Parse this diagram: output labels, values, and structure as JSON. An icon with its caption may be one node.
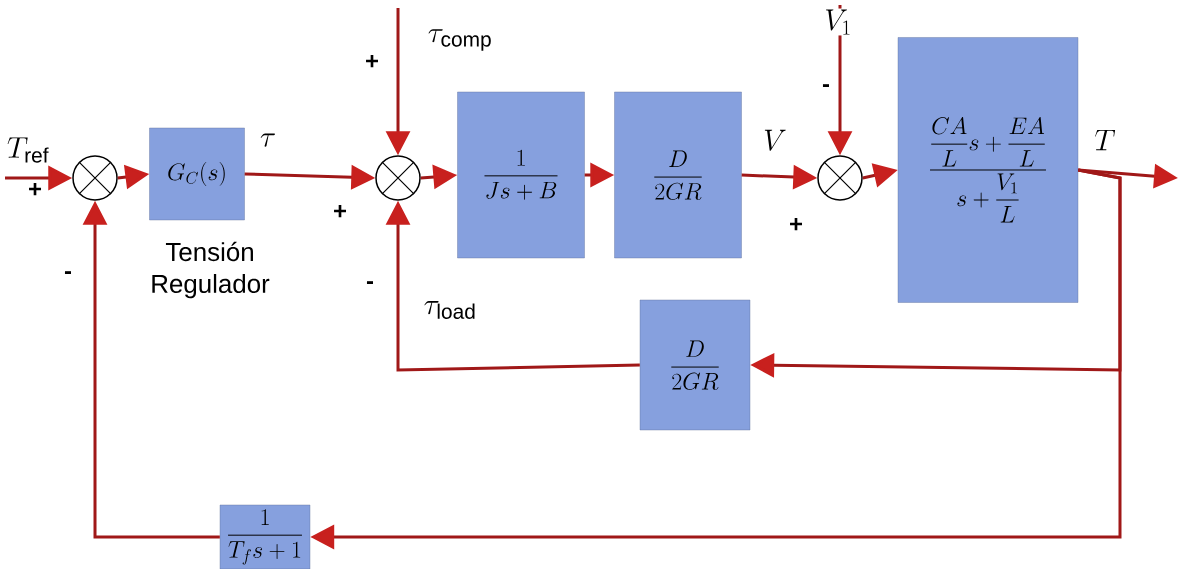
{
  "diagram": {
    "nodes": [
      {
        "text": [],
        "shape": "circle"
      },
      {
        "text": [
          "G_C(s)"
        ],
        "beside": [
          "Tensión Regulador"
        ]
      },
      {
        "text": [],
        "shape": "circle"
      },
      {
        "text": [
          "\\dfrac{1}{Js + B}"
        ]
      },
      {
        "text": [
          "\\dfrac{D}{2GR}"
        ]
      },
      {
        "text": [],
        "shape": "circle"
      },
      {
        "text": [
          "\\dfrac{\\dfrac{CA}{L}s+\\dfrac{EA}{L}}{s+\\dfrac{V_1}{L}}"
        ]
      },
      {
        "text": [
          "\\dfrac{D}{2GR}"
        ]
      },
      {
        "text": [
          "\\dfrac{1}{T_f s + 1}"
        ]
      }
    ],
    "edges": [
      {
        "from": null,
        "to": 0,
        "arrow": "to",
        "label": "T_{\\mathrm{ref}}"
      },
      {
        "from": 0,
        "to": 1,
        "arrow": "to"
      },
      {
        "from": 1,
        "to": 2,
        "arrow": "to",
        "label": "\\tau"
      },
      {
        "from": null,
        "to": 2,
        "arrow": "to",
        "label": "\\tau_{\\mathrm{comp}}"
      },
      {
        "from": 2,
        "to": 3,
        "arrow": "to"
      },
      {
        "from": 3,
        "to": 4,
        "arrow": "to"
      },
      {
        "from": 4,
        "to": 5,
        "arrow": "to",
        "label": "V"
      },
      {
        "from": null,
        "to": 5,
        "arrow": "to",
        "label": "V_1"
      },
      {
        "from": 5,
        "to": 6,
        "arrow": "to"
      },
      {
        "from": 6,
        "to": null,
        "arrow": "to",
        "label": "T"
      },
      {
        "from": 6,
        "to": 7,
        "arrow": "to"
      },
      {
        "from": 7,
        "to": 2,
        "arrow": "to",
        "label": "\\tau_{\\mathrm{load}}"
      },
      {
        "from": 6,
        "to": 8,
        "arrow": "to"
      },
      {
        "from": 8,
        "to": 0,
        "arrow": "to"
      }
    ],
    "labels": [
      "+",
      "-",
      "+",
      "+",
      "+",
      "-",
      "-"
    ]
  }
}
